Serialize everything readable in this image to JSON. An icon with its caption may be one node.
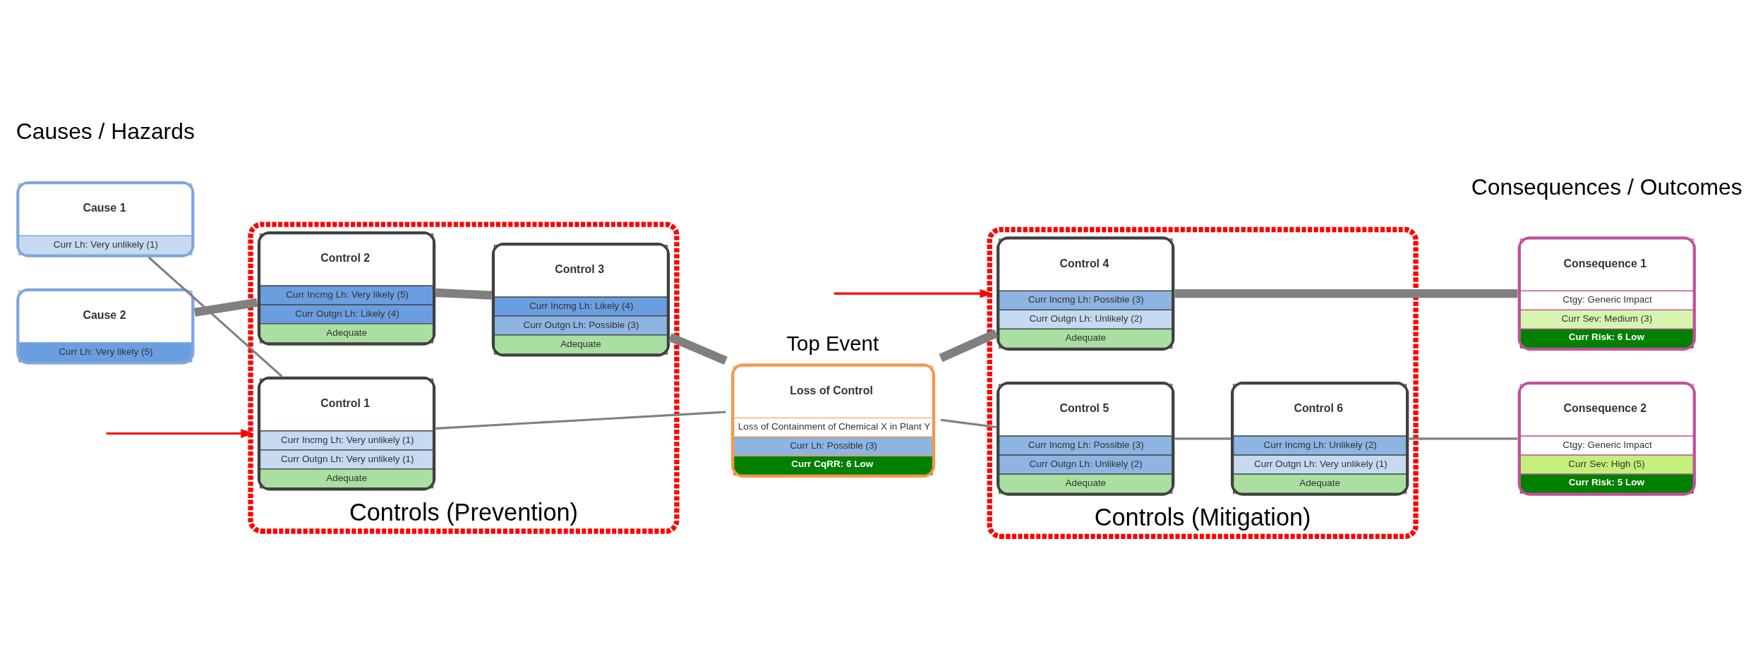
{
  "diagram": {
    "nodes": [
      {
        "text": [
          "Cause 1",
          "Curr Lh: Very unlikely (1)"
        ]
      },
      {
        "text": [
          "Cause 2",
          "Curr Lh: Very likely (5)"
        ]
      },
      {
        "text": [
          "Controls (Prevention)"
        ]
      },
      {
        "text": [
          "Control 1",
          "Curr Incmg Lh: Very unlikely (1)",
          "Curr Outgn Lh: Very unlikely (1)",
          "Adequate"
        ],
        "in": 2
      },
      {
        "text": [
          "Control 2",
          "Curr Incmg Lh: Very likely (5)",
          "Curr Outgn Lh: Likely (4)",
          "Adequate"
        ],
        "in": 2
      },
      {
        "text": [
          "Control 3",
          "Curr Incmg Lh: Likely (4)",
          "Curr Outgn Lh: Possible (3)",
          "Adequate"
        ],
        "in": 2
      },
      {
        "text": [
          "Loss of Control",
          "Loss of Containment of Chemical X in Plant Y",
          "Curr Lh: Possible (3)",
          "Curr CqRR: 6 Low"
        ],
        "beside": [
          "Top Event"
        ]
      },
      {
        "text": [
          "Controls (Mitigation)"
        ]
      },
      {
        "text": [
          "Control 4",
          "Curr Incmg Lh: Possible (3)",
          "Curr Outgn Lh: Unlikely (2)",
          "Adequate"
        ],
        "in": 7
      },
      {
        "text": [
          "Control 5",
          "Curr Incmg Lh: Possible (3)",
          "Curr Outgn Lh: Unlikely (2)",
          "Adequate"
        ],
        "in": 7
      },
      {
        "text": [
          "Control 6",
          "Curr Incmg Lh: Unlikely (2)",
          "Curr Outgn Lh: Very unlikely (1)",
          "Adequate"
        ],
        "in": 7
      },
      {
        "text": [
          "Consequence 1",
          "Ctgy: Generic Impact",
          "Curr Sev: Medium (3)",
          "Curr Risk: 6 Low"
        ]
      },
      {
        "text": [
          "Consequence 2",
          "Ctgy: Generic Impact",
          "Curr Sev: High (5)",
          "Curr Risk: 5 Low"
        ]
      }
    ],
    "edges": [
      {
        "from": 0,
        "to": 3,
        "arrow": "none"
      },
      {
        "from": 3,
        "to": 6,
        "arrow": "none"
      },
      {
        "from": 1,
        "to": 4,
        "arrow": "none",
        "style": "thick"
      },
      {
        "from": 4,
        "to": 5,
        "arrow": "none",
        "style": "thick"
      },
      {
        "from": 5,
        "to": 6,
        "arrow": "none",
        "style": "thick"
      },
      {
        "from": 6,
        "to": 8,
        "arrow": "none",
        "style": "thick"
      },
      {
        "from": 8,
        "to": 11,
        "arrow": "none",
        "style": "thick"
      },
      {
        "from": 6,
        "to": 9,
        "arrow": "none"
      },
      {
        "from": 9,
        "to": 10,
        "arrow": "none"
      },
      {
        "from": 10,
        "to": 12,
        "arrow": "none"
      },
      {
        "from": null,
        "to": 2,
        "arrow": "to",
        "color": "#ff0000"
      },
      {
        "from": null,
        "to": 7,
        "arrow": "to",
        "color": "#ff0000"
      }
    ],
    "labels": [
      "Causes / Hazards",
      "Consequences / Outcomes"
    ]
  }
}
